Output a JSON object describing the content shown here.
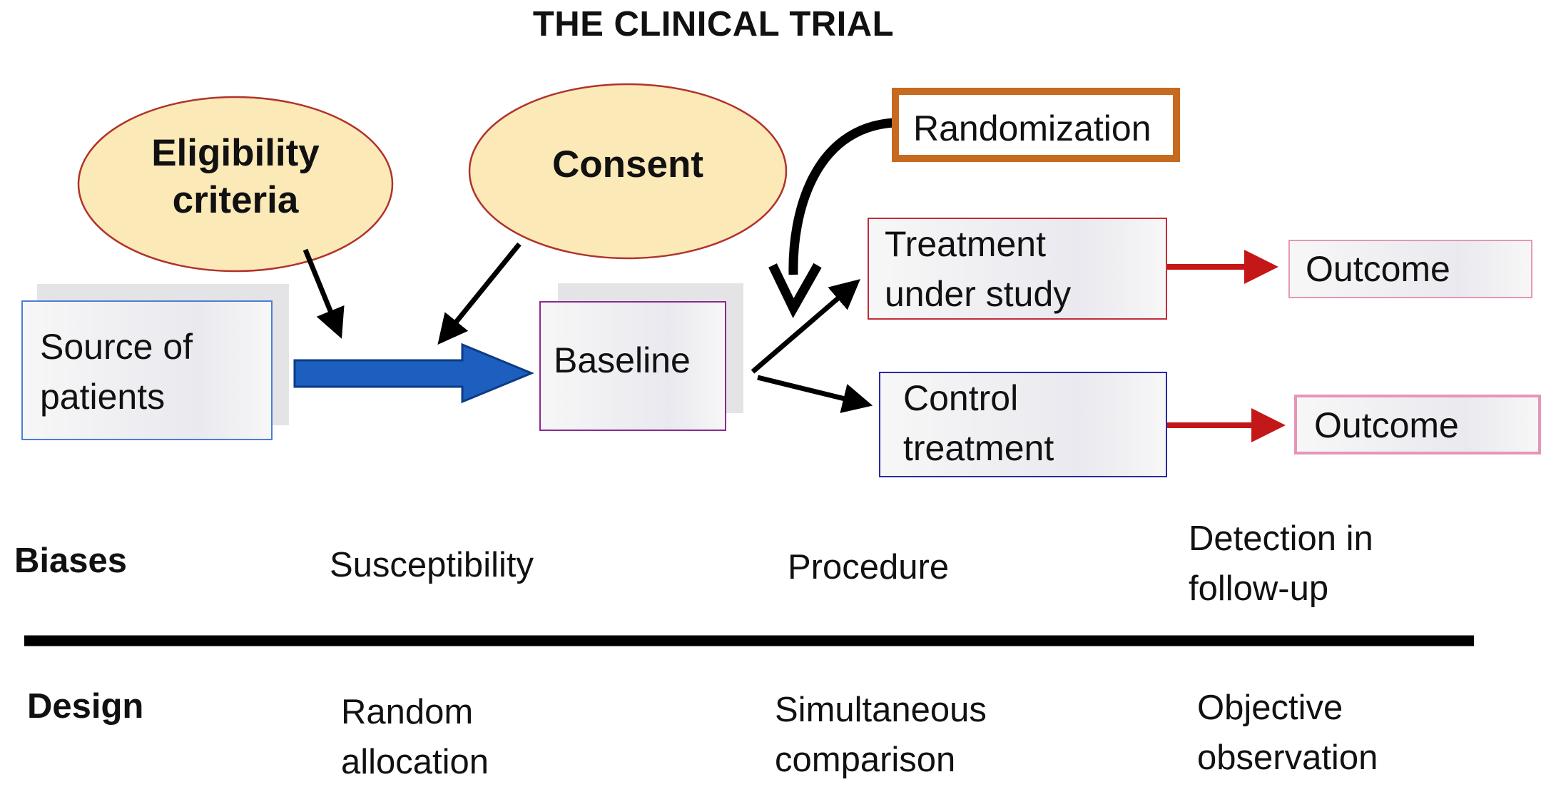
{
  "title": "THE CLINICAL TRIAL",
  "ellipses": {
    "eligibility": {
      "line1": "Eligibility",
      "line2": "criteria"
    },
    "consent": "Consent"
  },
  "boxes": {
    "source": {
      "line1": "Source of",
      "line2": "patients"
    },
    "baseline": "Baseline",
    "randomization": "Randomization",
    "treatment": {
      "line1": "Treatment",
      "line2": "under study"
    },
    "control": {
      "line1": "Control",
      "line2": "treatment"
    },
    "outcome_treatment": "Outcome",
    "outcome_control": "Outcome"
  },
  "rows": {
    "biases": {
      "label": "Biases",
      "col1": "Susceptibility",
      "col2": "Procedure",
      "col3": {
        "line1": "Detection in",
        "line2": "follow-up"
      }
    },
    "design": {
      "label": "Design",
      "col1": {
        "line1": "Random",
        "line2": "allocation"
      },
      "col2": {
        "line1": "Simultaneous",
        "line2": "comparison"
      },
      "col3": {
        "line1": "Objective",
        "line2": "observation"
      }
    }
  },
  "colors": {
    "ellipse_fill": "#fbe9b8",
    "ellipse_border": "#b0332c",
    "source_border": "#4a7fd4",
    "baseline_border": "#8a2a90",
    "randomization_border": "#c56a1e",
    "treatment_border": "#c42b3a",
    "control_border": "#2a2aa0",
    "outcome_border": "#e596b8",
    "main_arrow": "#1c5fbf",
    "outcome_arrow": "#c41818"
  }
}
